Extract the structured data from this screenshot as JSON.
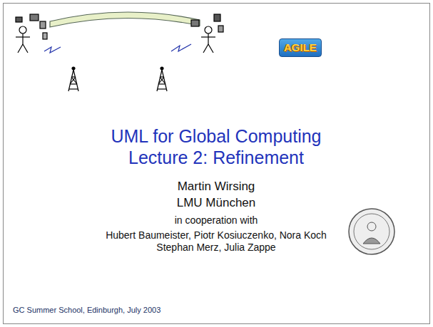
{
  "diagram": {
    "title": "UML for Global Computing Lecture 2: Refinement",
    "nodes": [
      {
        "text": [
          "AGILE"
        ]
      }
    ],
    "labels": [
      "Martin Wirsing",
      "LMU München",
      "in cooperation with",
      "Hubert Baumeister, Piotr Kosiuczenko, Nora Koch Stephan Merz, Julia Zappe",
      "GC  Summer School, Edinburgh, July 2003"
    ]
  }
}
